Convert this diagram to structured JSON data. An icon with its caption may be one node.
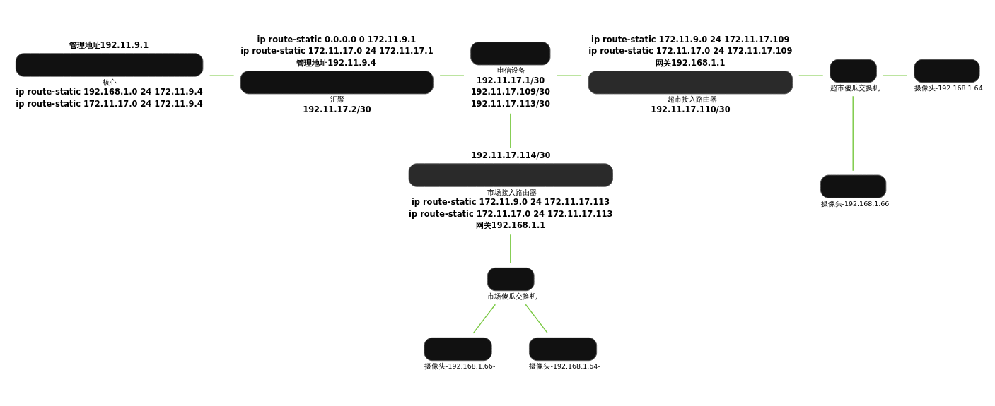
{
  "diagram": {
    "nodes": [
      {
        "text": [
          "核心"
        ],
        "beside": [
          "管理地址192.11.9.1",
          "ip route-static 192.168.1.0 24 172.11.9.4",
          "ip route-static 172.11.17.0 24 172.11.9.4"
        ]
      },
      {
        "text": [
          "汇聚"
        ],
        "beside": [
          "ip route-static 0.0.0.0 0 172.11.9.1",
          "ip route-static 172.11.17.0 24 172.11.17.1",
          "管理地址192.11.9.4",
          "192.11.17.2/30"
        ]
      },
      {
        "text": [
          "电信设备"
        ],
        "beside": [
          "192.11.17.1/30",
          "192.11.17.109/30",
          "192.11.17.113/30"
        ]
      },
      {
        "text": [
          "超市接入路由器"
        ],
        "beside": [
          "ip route-static 172.11.9.0 24 172.11.17.109",
          "ip route-static 172.11.17.0 24 172.11.17.109",
          "网关192.168.1.1",
          "192.11.17.110/30"
        ]
      },
      {
        "text": [
          "超市傻瓜交换机"
        ]
      },
      {
        "text": [
          "摄像头-192.168.1.64"
        ]
      },
      {
        "text": [
          "摄像头-192.168.1.66"
        ]
      },
      {
        "text": [
          "市场接入路由器"
        ],
        "beside": [
          "192.11.17.114/30",
          "ip route-static 172.11.9.0 24 172.11.17.113",
          "ip route-static 172.11.17.0 24 172.11.17.113",
          "网关192.168.1.1"
        ]
      },
      {
        "text": [
          "市场傻瓜交换机"
        ]
      },
      {
        "text": [
          "摄像头-192.168.1.66-"
        ]
      },
      {
        "text": [
          "摄像头-192.168.1.64-"
        ]
      }
    ],
    "edges": [
      {
        "from": 0,
        "to": 1,
        "arrow": "none"
      },
      {
        "from": 1,
        "to": 2,
        "arrow": "none"
      },
      {
        "from": 2,
        "to": 3,
        "arrow": "none"
      },
      {
        "from": 3,
        "to": 4,
        "arrow": "none"
      },
      {
        "from": 4,
        "to": 5,
        "arrow": "none"
      },
      {
        "from": 4,
        "to": 6,
        "arrow": "none"
      },
      {
        "from": 2,
        "to": 7,
        "arrow": "none"
      },
      {
        "from": 7,
        "to": 8,
        "arrow": "none"
      },
      {
        "from": 8,
        "to": 9,
        "arrow": "none"
      },
      {
        "from": 8,
        "to": 10,
        "arrow": "none"
      }
    ]
  }
}
